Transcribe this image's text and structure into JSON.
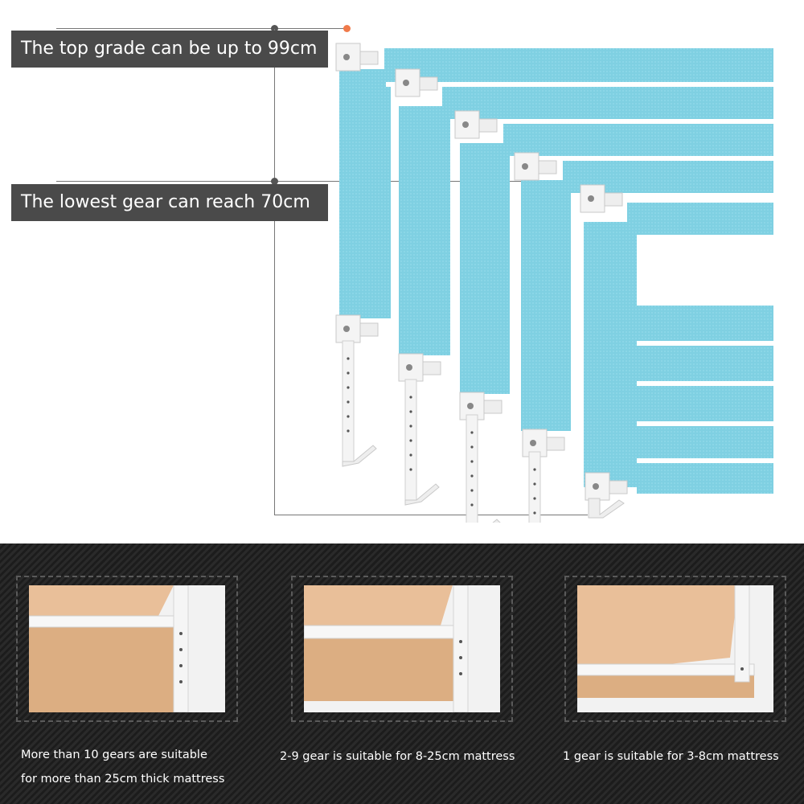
{
  "labels": {
    "top_grade": "The top grade can be up to 99cm",
    "lowest_gear": "The lowest gear can reach 70cm"
  },
  "captions": {
    "left_line1": "More than 10 gears are suitable",
    "left_line2": "for more than 25cm thick mattress",
    "middle": "2-9 gear is suitable for 8-25cm mattress",
    "right": "1 gear is suitable for 3-8cm mattress"
  },
  "colors": {
    "fabric": "#7fd0e2",
    "fabric_dark": "#62bccf",
    "label_bg": "#4a4a4a",
    "mattress": "#e2b58c",
    "bracket": "#ffffff",
    "accent_dot": "#f07a4a"
  }
}
